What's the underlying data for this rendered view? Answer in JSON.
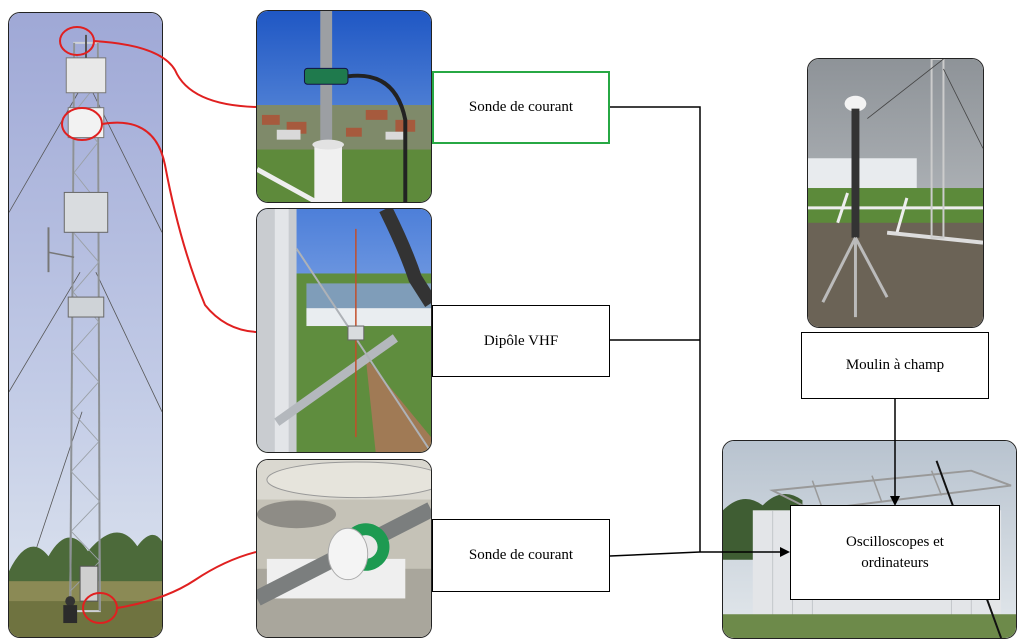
{
  "labels": {
    "probe_top": "Sonde de courant",
    "dipole": "Dipôle VHF",
    "probe_bottom": "Sonde de courant",
    "field_mill": "Moulin à champ",
    "acquisition": "Oscilloscopes et\nordinateurs"
  },
  "colors": {
    "callout": "#e02020",
    "connector": "#000000",
    "highlight_box": "#27a844"
  }
}
